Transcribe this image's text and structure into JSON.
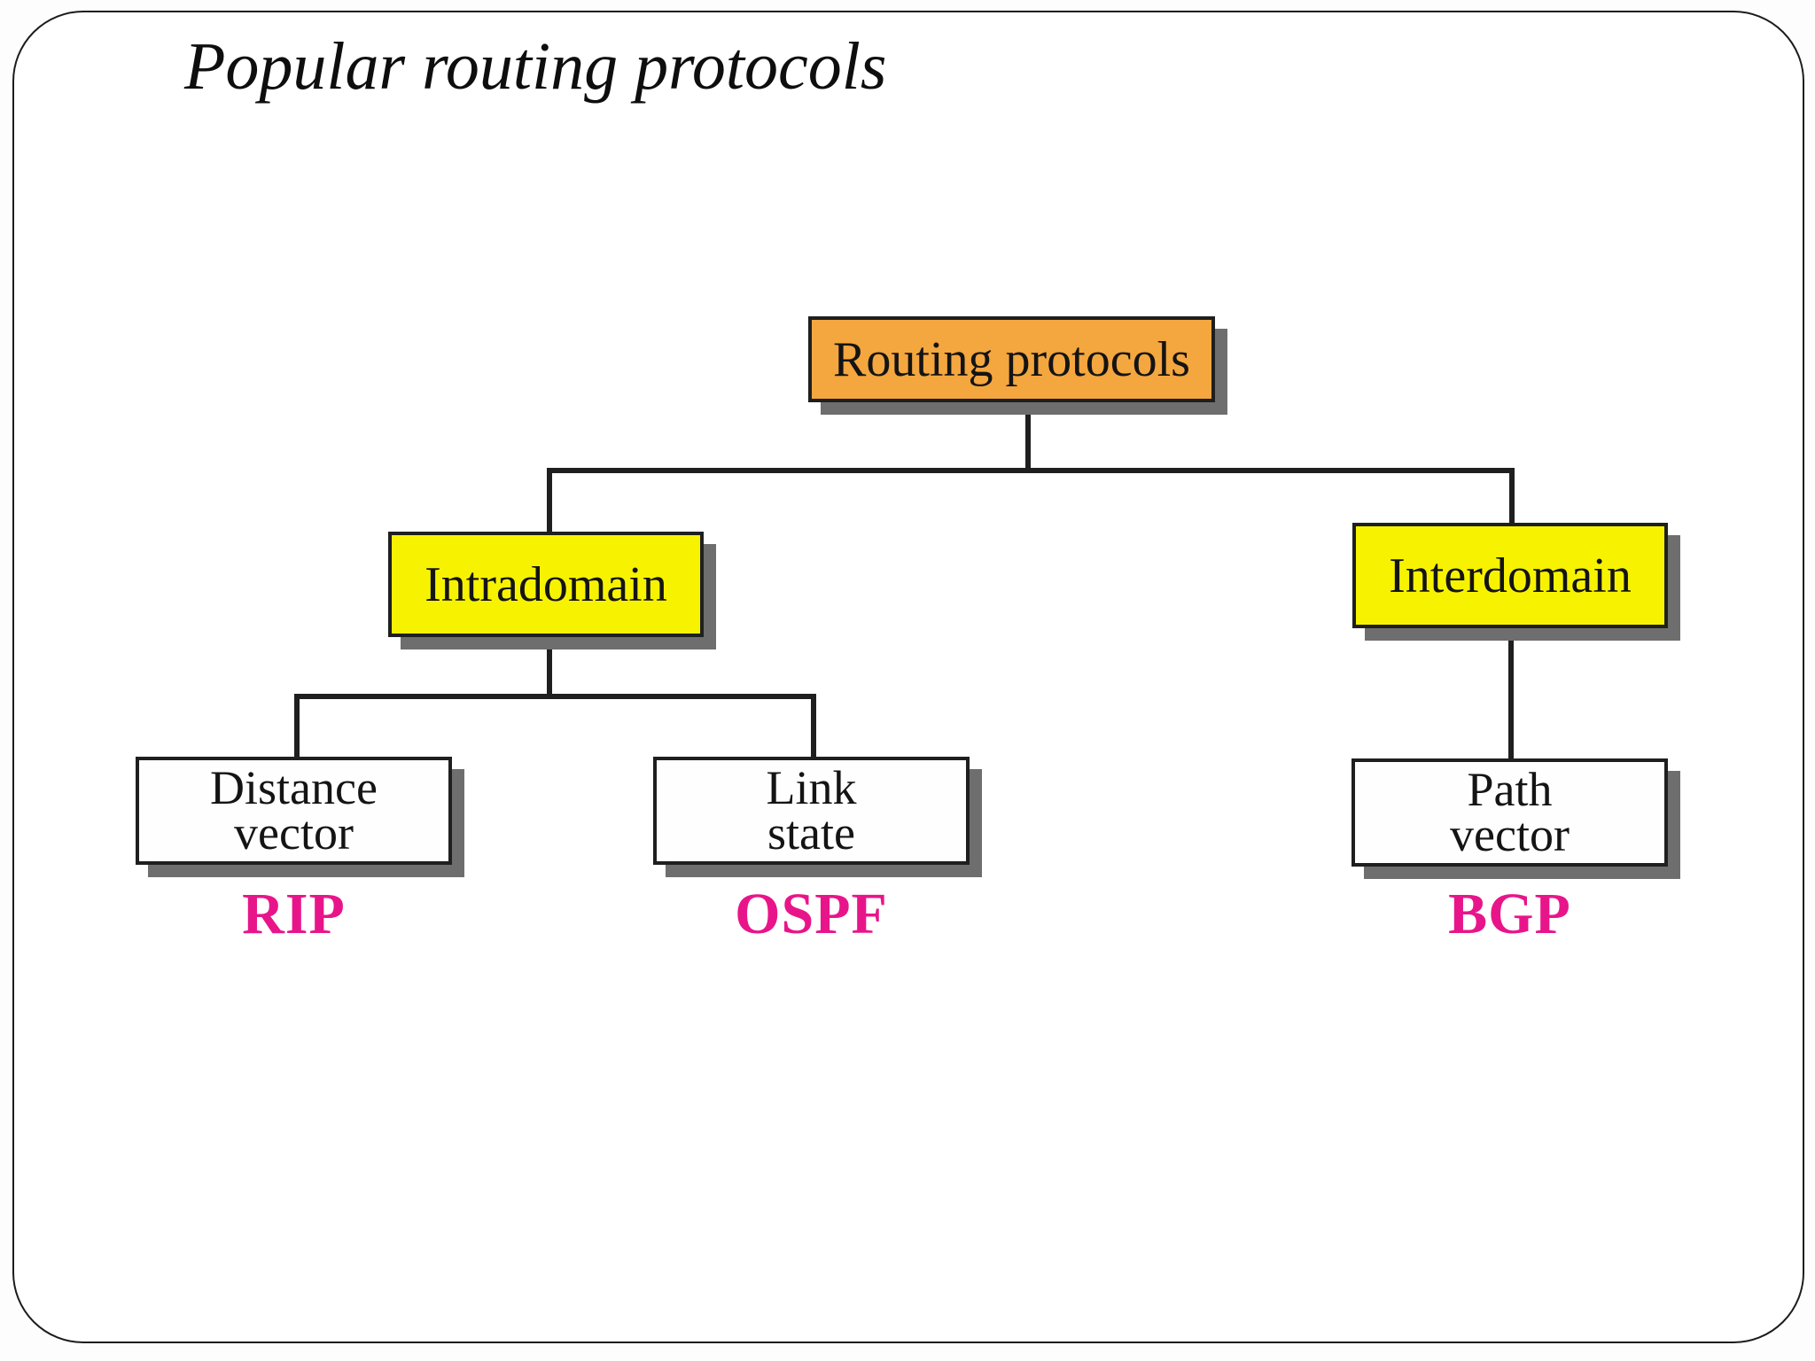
{
  "slide": {
    "title": "Popular routing protocols"
  },
  "tree": {
    "root": {
      "label": "Routing protocols"
    },
    "branches": [
      {
        "label": "Intradomain"
      },
      {
        "label": "Interdomain"
      }
    ],
    "leaves": [
      {
        "line1": "Distance",
        "line2": "vector",
        "protocol": "RIP"
      },
      {
        "line1": "Link",
        "line2": "state",
        "protocol": "OSPF"
      },
      {
        "line1": "Path",
        "line2": "vector",
        "protocol": "BGP"
      }
    ]
  },
  "colors": {
    "root_fill": "#f4a63f",
    "branch_fill": "#f7f300",
    "leaf_fill": "#fefefe",
    "protocol_text": "#e8158a",
    "shadow": "#6e6e6e",
    "line": "#1f1f1f"
  }
}
